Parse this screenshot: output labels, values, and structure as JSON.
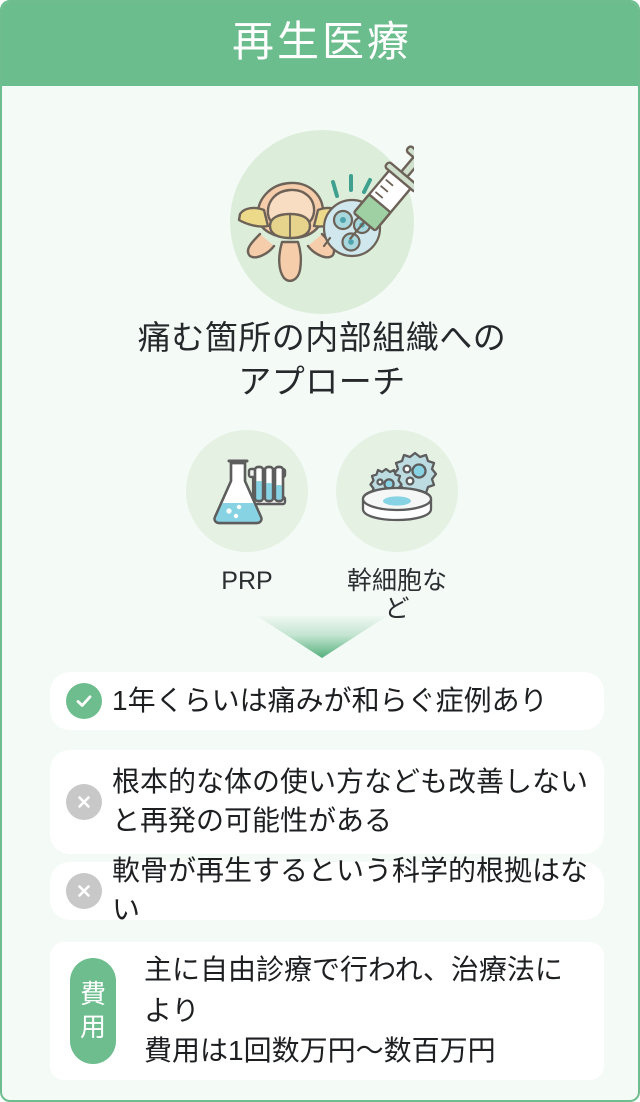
{
  "header": {
    "title": "再生医療"
  },
  "hero": {
    "icon": "spine-stemcell-syringe-illustration",
    "headline_line1": "痛む箇所の内部組織への",
    "headline_line2": "アプローチ"
  },
  "methods": [
    {
      "icon": "flask-testtube-icon",
      "label": "PRP"
    },
    {
      "icon": "petri-dish-cells-icon",
      "label": "幹細胞など"
    }
  ],
  "arrow": {
    "icon": "arrow-down-icon",
    "color": "#55b07c"
  },
  "points": [
    {
      "icon": "check-circle-icon",
      "type": "positive",
      "color": "#6dbd8e",
      "text": "1年くらいは痛みが和らぐ症例あり"
    },
    {
      "icon": "cross-circle-icon",
      "type": "negative",
      "color": "#c8c8c8",
      "line1": "根本的な体の使い方なども改善しない",
      "line2": "と再発の可能性がある"
    },
    {
      "icon": "cross-circle-icon",
      "type": "negative",
      "color": "#c8c8c8",
      "text": "軟骨が再生するという科学的根拠はない"
    }
  ],
  "cost": {
    "badge_char1": "費",
    "badge_char2": "用",
    "line1": "主に自由診療で行われ、治療法により",
    "line2": "費用は1回数万円〜数百万円"
  },
  "colors": {
    "brand_green": "#6cbd8d",
    "page_bg": "#f4faf6",
    "hero_circle": "#dcedda",
    "method_circle": "#e5f1e2",
    "card_bg": "#ffffff",
    "text": "#1d1f21"
  }
}
